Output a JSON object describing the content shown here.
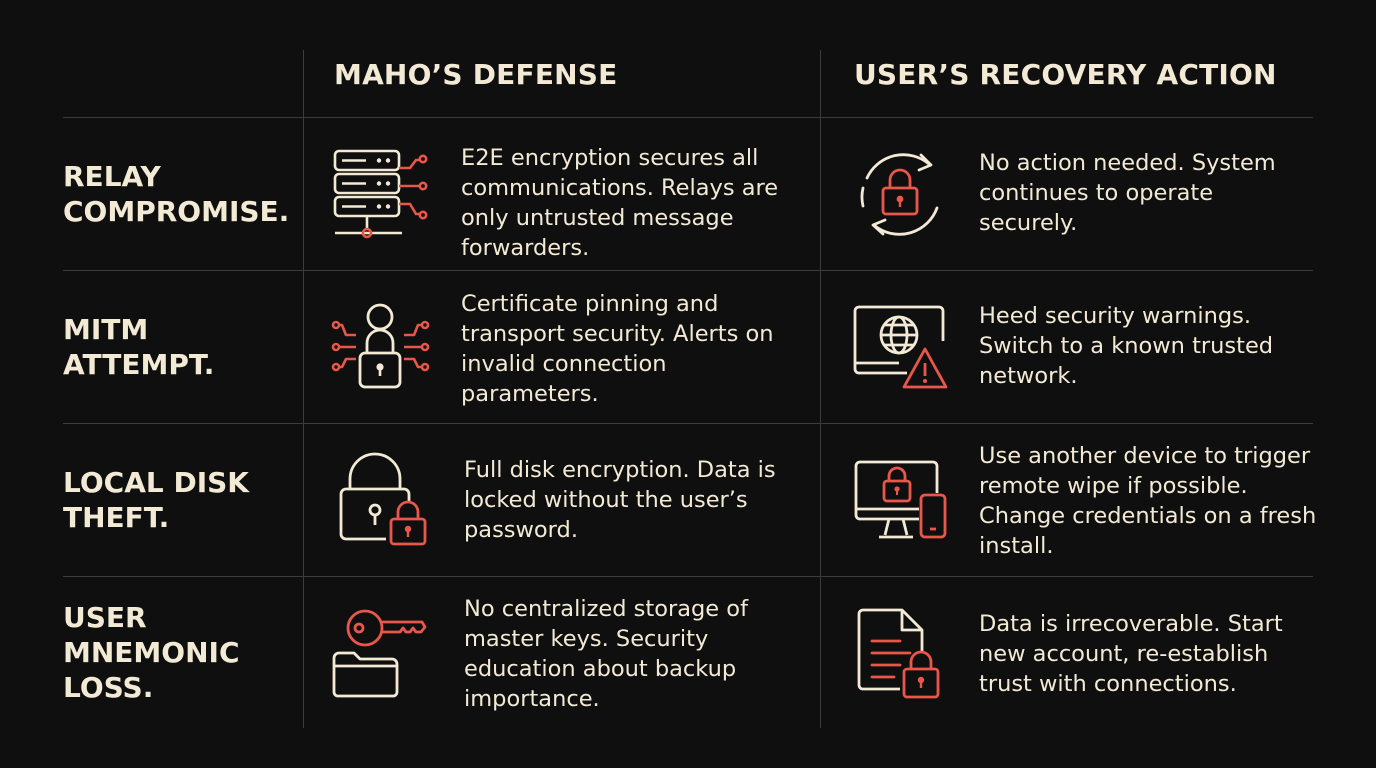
{
  "headers": {
    "defense": "MAHO’S DEFENSE",
    "recovery": "USER’S RECOVERY ACTION"
  },
  "rows": [
    {
      "label": "RELAY\nCOMPROMISE.",
      "defense": "E2E encryption secures all communications. Relays are only untrusted message forwarders.",
      "defense_icon": "server-stack-icon",
      "recovery": "No action needed. System continues to operate securely.",
      "recovery_icon": "lock-refresh-icon"
    },
    {
      "label": "MITM\nATTEMPT.",
      "defense": "Certificate pinning and transport security. Alerts on invalid connection parameters.",
      "defense_icon": "user-lock-circuit-icon",
      "recovery": "Heed security warnings. Switch to a known trusted network.",
      "recovery_icon": "globe-warning-monitor-icon"
    },
    {
      "label": "LOCAL DISK\nTHEFT.",
      "defense": "Full disk encryption. Data is locked without the user’s password.",
      "defense_icon": "padlock-icon",
      "recovery": "Use another device to trigger remote wipe if possible. Change credentials on a fresh install.",
      "recovery_icon": "monitor-phone-lock-icon"
    },
    {
      "label": "USER\nMNEMONIC\nLOSS.",
      "defense": "No centralized storage of master keys. Security education about backup importance.",
      "defense_icon": "key-folder-icon",
      "recovery": "Data is irrecoverable. Start new account, re-establish trust with connections.",
      "recovery_icon": "document-lock-icon"
    }
  ],
  "colors": {
    "background": "#0f0f0f",
    "text": "#f3ead6",
    "accent": "#e8574a",
    "grid": "#3c3c3c"
  }
}
